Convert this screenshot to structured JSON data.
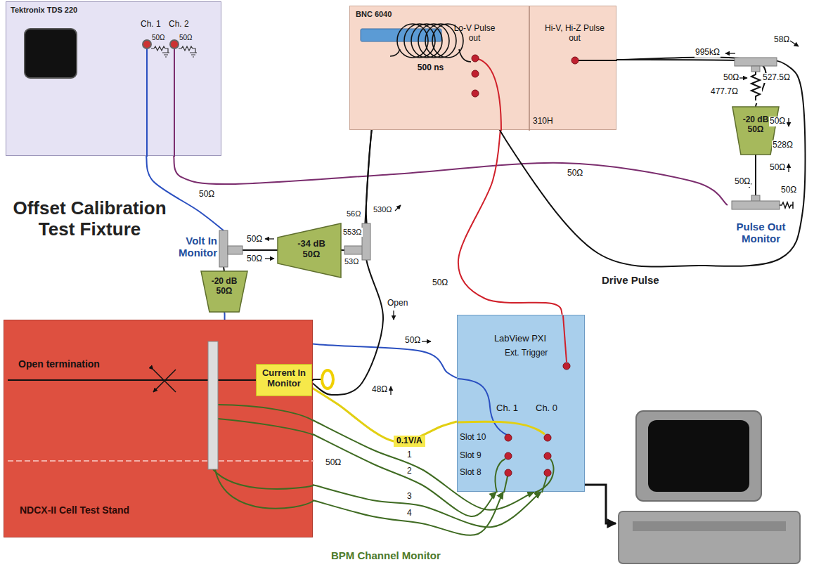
{
  "diagram": {
    "title": "Offset Calibration Test Fixture",
    "nodes": [
      {
        "text": [
          "Tektronix TDS 220"
        ]
      },
      {
        "text": [
          "BNC 6040"
        ]
      },
      {
        "text": [
          "-20 dB 50Ω"
        ]
      },
      {
        "text": [
          "Pulse Out Monitor"
        ]
      },
      {
        "text": [
          "500 ns"
        ]
      },
      {
        "text": [
          "-34 dB 50Ω"
        ]
      },
      {
        "text": [
          "Volt In Monitor"
        ]
      },
      {
        "text": [
          "-20 dB 50Ω"
        ]
      },
      {
        "text": [
          "NDCX-II Cell Test Stand"
        ]
      },
      {
        "text": [
          "Current In Monitor"
        ],
        "in": 8
      },
      {
        "text": [
          "LabView PXI"
        ]
      }
    ],
    "edges": [
      {
        "from": 0,
        "to": 6,
        "label": "50Ω",
        "arrow": "none"
      },
      {
        "from": 0,
        "to": 3,
        "label": "50Ω",
        "arrow": "none"
      },
      {
        "from": 1,
        "to": 10,
        "label": "50Ω",
        "arrow": "none"
      },
      {
        "from": 1,
        "to": 2,
        "arrow": "none"
      },
      {
        "from": 2,
        "to": 3,
        "arrow": "none"
      },
      {
        "from": 1,
        "to": 4,
        "arrow": "none"
      },
      {
        "from": 4,
        "to": 5,
        "arrow": "none"
      },
      {
        "from": 5,
        "to": 6,
        "arrow": "none"
      },
      {
        "from": 6,
        "to": 7,
        "arrow": "none"
      },
      {
        "from": 7,
        "to": 10,
        "label": "50Ω",
        "arrow": "none"
      },
      {
        "from": 4,
        "to": 9,
        "arrow": "none"
      },
      {
        "from": 9,
        "to": 10,
        "label": "0.1V/A",
        "arrow": "none"
      },
      {
        "from": 8,
        "to": 10,
        "label": "1",
        "arrow": "to"
      },
      {
        "from": 8,
        "to": 10,
        "label": "2",
        "arrow": "to"
      },
      {
        "from": 8,
        "to": 10,
        "label": "3",
        "arrow": "to"
      },
      {
        "from": 8,
        "to": 10,
        "label": "4",
        "arrow": "to"
      }
    ],
    "labels": [
      "Ch. 1",
      "Ch. 2",
      "50Ω",
      "50Ω",
      "Lo-V Pulse out",
      "Hi-V, Hi-Z Pulse out",
      "310H",
      "995kΩ",
      "58Ω",
      "50Ω",
      "527.5Ω",
      "477.7Ω",
      "50Ω",
      "50Ω",
      "528Ω",
      "50Ω",
      "50Ω",
      "50Ω",
      "50Ω",
      "553Ω",
      "53Ω",
      "56Ω",
      "530Ω",
      "Open",
      "48Ω",
      "Drive Pulse",
      "Ext. Trigger",
      "Ch. 1",
      "Ch. 0",
      "Slot 10",
      "Slot 9",
      "Slot 8",
      "Open termination",
      "50Ω",
      "BPM Channel Monitor"
    ]
  }
}
